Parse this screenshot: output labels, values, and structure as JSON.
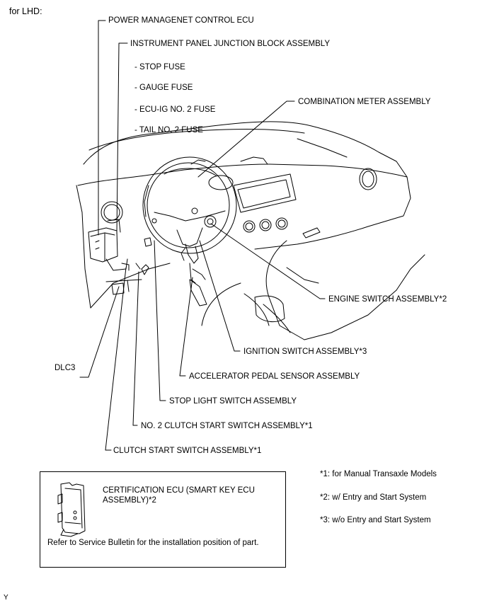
{
  "header": {
    "variant": "for LHD:"
  },
  "labels": {
    "power_mgmt_ecu": "POWER MANAGENET CONTROL ECU",
    "ip_junction_block": "INSTRUMENT PANEL JUNCTION BLOCK ASSEMBLY",
    "stop_fuse": "- STOP FUSE",
    "gauge_fuse": "- GAUGE FUSE",
    "ecu_ig_fuse": "- ECU-IG NO. 2 FUSE",
    "tail_fuse": "- TAIL NO. 2 FUSE",
    "combination_meter": "COMBINATION METER ASSEMBLY",
    "engine_switch": "ENGINE SWITCH ASSEMBLY*2",
    "ignition_switch": "IGNITION SWITCH ASSEMBLY*3",
    "accel_pedal_sensor": "ACCELERATOR PEDAL SENSOR ASSEMBLY",
    "stop_light_switch": "STOP LIGHT SWITCH ASSEMBLY",
    "no2_clutch_start": "NO. 2 CLUTCH START SWITCH ASSEMBLY*1",
    "clutch_start": "CLUTCH START SWITCH ASSEMBLY*1",
    "dlc3": "DLC3"
  },
  "inset": {
    "certification_ecu": "CERTIFICATION ECU (SMART KEY ECU ASSEMBLY)*2",
    "reference": "Refer to Service Bulletin for the installation position of part."
  },
  "notes": {
    "n1": "*1: for Manual Transaxle Models",
    "n2": "*2: w/ Entry and Start System",
    "n3": "*3: w/o Entry and Start System"
  },
  "footer": {
    "mark": "Y"
  }
}
